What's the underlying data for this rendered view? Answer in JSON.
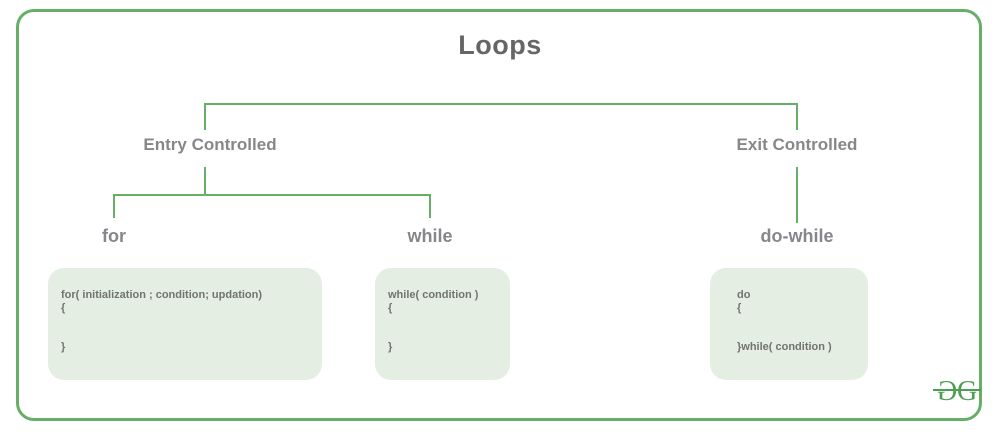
{
  "diagram": {
    "title": "Loops",
    "branches": {
      "entry": {
        "label": "Entry Controlled"
      },
      "exit": {
        "label": "Exit Controlled"
      }
    },
    "leaves": {
      "for": {
        "label": "for",
        "code": "for( initialization ; condition; updation)\n{\n\n\n}"
      },
      "while": {
        "label": "while",
        "code": "while( condition )\n{\n\n\n}"
      },
      "do_while": {
        "label": "do-while",
        "code": "do\n{\n\n\n}while( condition )"
      }
    },
    "logo": {
      "g1": "G",
      "g2": "G"
    }
  },
  "colors": {
    "line_green": "#67ae69",
    "frame_green": "#67ae69",
    "box_background": "#e4eee3",
    "title_gray": "#656668",
    "label_gray": "#85878a",
    "code_gray": "#72746e",
    "logo_green": "#4c9e52"
  }
}
